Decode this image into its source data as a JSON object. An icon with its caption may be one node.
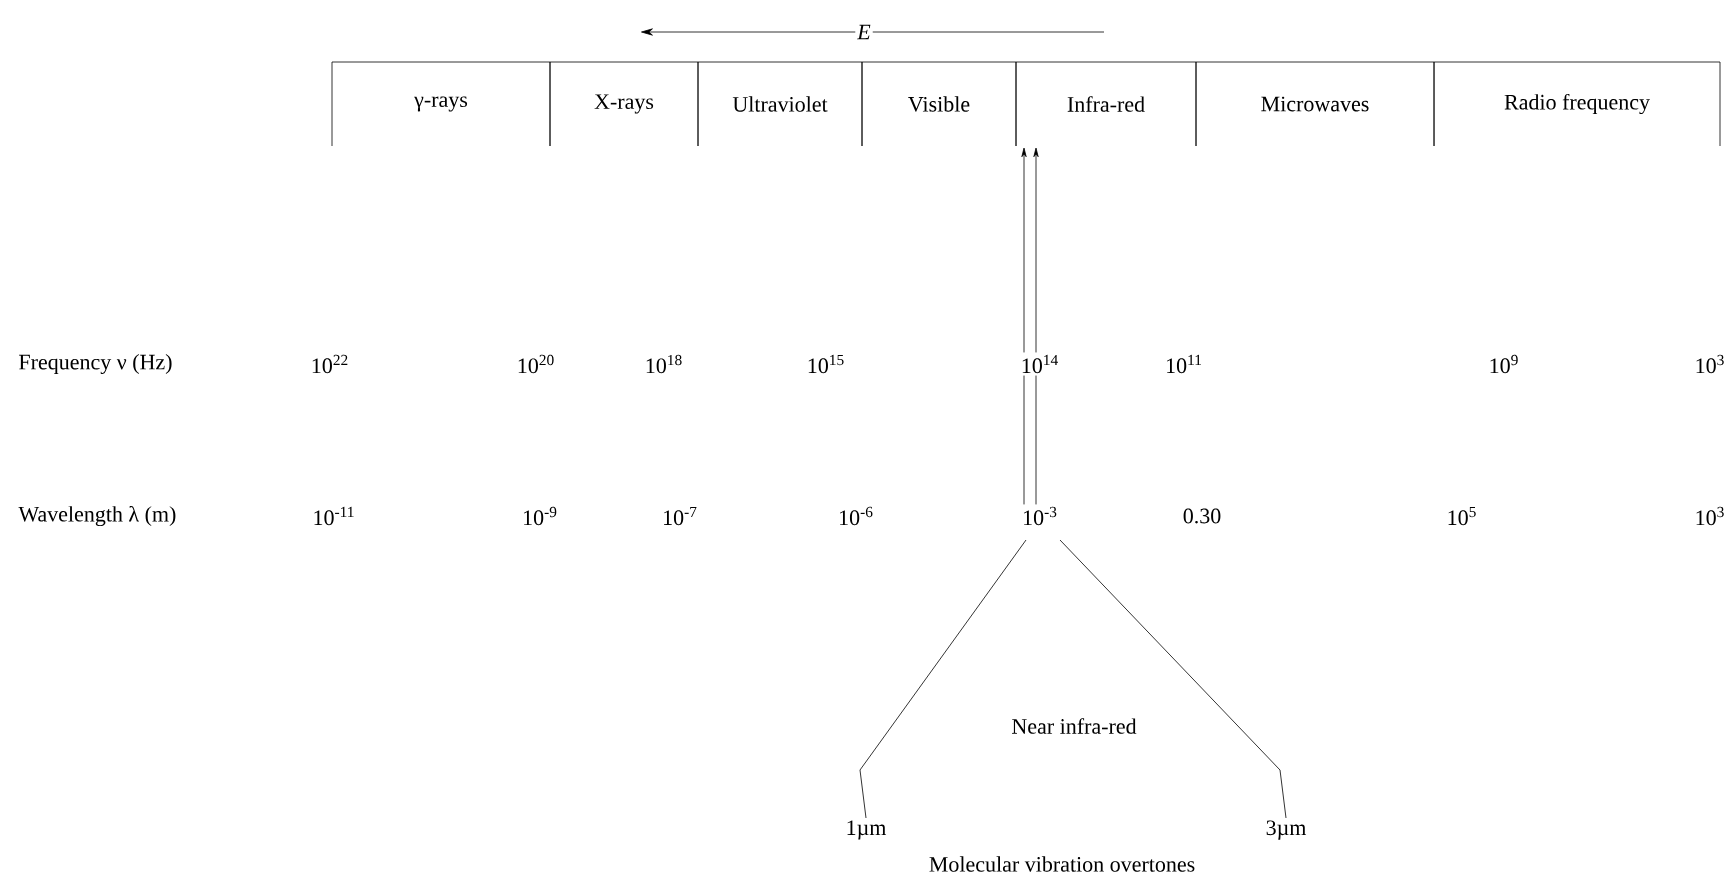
{
  "diagram": {
    "nodes": [
      {
        "text": [
          "γ-rays"
        ]
      },
      {
        "text": [
          "X-rays"
        ]
      },
      {
        "text": [
          "Ultraviolet"
        ]
      },
      {
        "text": [
          "Visible"
        ]
      },
      {
        "text": [
          "Infra-red"
        ]
      },
      {
        "text": [
          "Microwaves"
        ]
      },
      {
        "text": [
          "Radio frequency"
        ]
      },
      {
        "text": [
          "10$^{14}$"
        ]
      },
      {
        "text": [
          "10$^{-3}$"
        ]
      },
      {
        "text": [
          "1µm"
        ]
      },
      {
        "text": [
          "3µm"
        ]
      }
    ],
    "edges": [
      {
        "from": 7,
        "to": 4,
        "arrow": "to"
      },
      {
        "from": 7,
        "to": 4,
        "arrow": "to"
      },
      {
        "from": 8,
        "to": 7,
        "arrow": "none"
      },
      {
        "from": 8,
        "to": 7,
        "arrow": "none"
      },
      {
        "from": 8,
        "to": 9,
        "arrow": "none"
      },
      {
        "from": 8,
        "to": 10,
        "arrow": "none"
      }
    ],
    "labels": [
      "E",
      "Frequency ν (Hz)",
      "10$^{22}$",
      "10$^{20}$",
      "10$^{18}$",
      "10$^{15}$",
      "10$^{11}$",
      "10$^{9}$",
      "10$^{3}$",
      "Wavelength λ (m)",
      "10$^{-11}$",
      "10$^{-9}$",
      "10$^{-7}$",
      "10$^{-6}$",
      "0.30",
      "10$^{5}$",
      "10$^{3}$",
      "Near infra-red",
      "Molecular vibration overtones"
    ]
  }
}
